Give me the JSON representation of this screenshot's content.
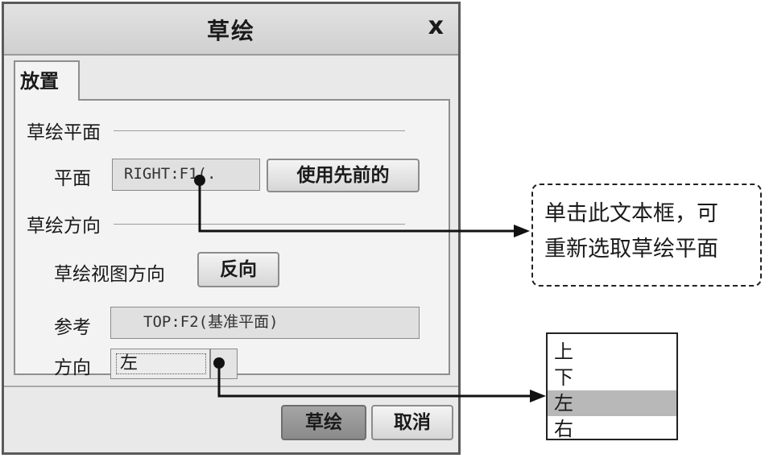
{
  "dialog": {
    "title": "草绘",
    "close_label": "x",
    "tab_label": "放置",
    "sketch_plane_section": "草绘平面",
    "plane_label": "平面",
    "plane_value": "RIGHT:F1(.",
    "use_previous_button": "使用先前的",
    "sketch_orientation_section": "草绘方向",
    "view_direction_label": "草绘视图方向",
    "flip_button": "反向",
    "reference_label": "参考",
    "reference_value": "TOP:F2(基准平面)",
    "orientation_label": "方向",
    "orientation_value": "左",
    "sketch_button": "草绘",
    "cancel_button": "取消"
  },
  "callout": {
    "line1": "单击此文本框，可",
    "line2": "重新选取草绘平面"
  },
  "direction_options": [
    "上",
    "下",
    "左",
    "右"
  ],
  "selected_direction_index": 2,
  "colors": {
    "dialog_bg": "#e9e9e9",
    "panel_bg": "#f3f3f3",
    "field_bg": "#e0e0e0",
    "selected_option_bg": "#b8b8b8",
    "primary_button_bg": "#9a9a9a"
  }
}
